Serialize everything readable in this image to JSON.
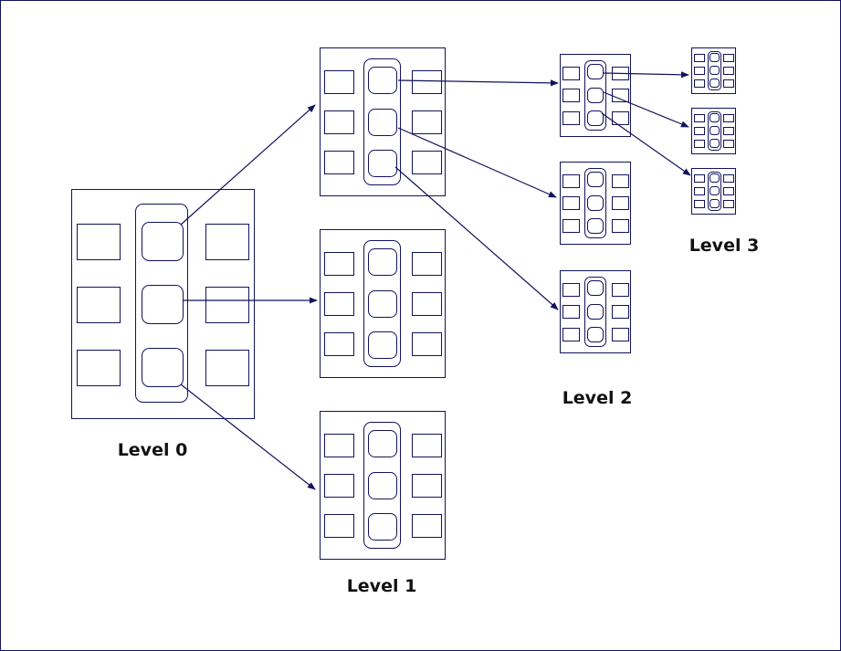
{
  "labels": {
    "level0": "Level 0",
    "level1": "Level 1",
    "level2": "Level 2",
    "level3": "Level 3"
  },
  "colors": {
    "stroke": "#12125e",
    "text": "#111111",
    "background": "#ffffff"
  }
}
